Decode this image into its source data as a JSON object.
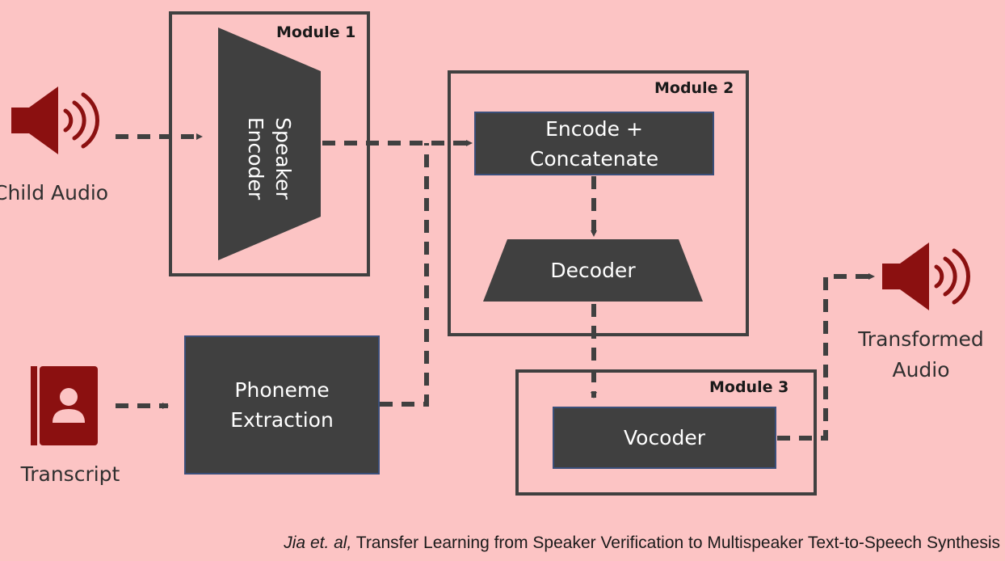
{
  "inputs": {
    "child_audio": "Child Audio",
    "transcript": "Transcript"
  },
  "output": {
    "line1": "Transformed",
    "line2": "Audio"
  },
  "modules": {
    "m1": {
      "label": "Module 1",
      "block": [
        "Speaker",
        "Encoder"
      ]
    },
    "m2": {
      "label": "Module 2",
      "encode": [
        "Encode +",
        "Concatenate"
      ],
      "decoder": "Decoder"
    },
    "m3": {
      "label": "Module 3",
      "vocoder": "Vocoder"
    }
  },
  "phoneme": [
    "Phoneme",
    "Extraction"
  ],
  "citation": {
    "authors": "Jia et. al,",
    "title": " Transfer Learning from Speaker Verification to Multispeaker Text-to-Speech Synthesis"
  },
  "colors": {
    "background": "#fcc4c4",
    "block": "#404040",
    "icon": "#8b1010",
    "arrow": "#404040"
  },
  "icons": [
    "speaker-icon",
    "contact-book-icon"
  ]
}
